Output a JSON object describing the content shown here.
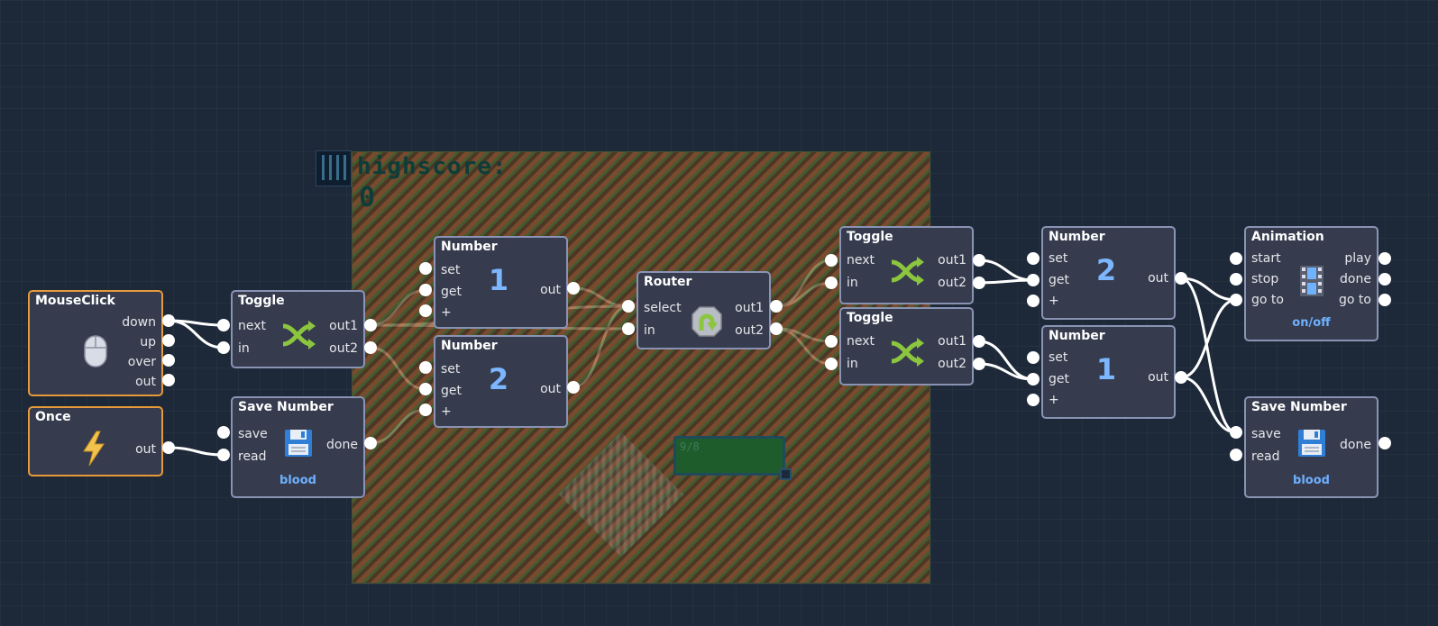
{
  "scene": {
    "highscore_title": "highscore:",
    "highscore_value": "0",
    "progress_text": "9/8"
  },
  "nodes": {
    "mouseclick": {
      "title": "MouseClick",
      "outputs": [
        "down",
        "up",
        "over",
        "out"
      ],
      "icon": "mouse-icon"
    },
    "once": {
      "title": "Once",
      "outputs": [
        "out"
      ],
      "icon": "lightning-icon"
    },
    "toggle1": {
      "title": "Toggle",
      "inputs": [
        "next",
        "in"
      ],
      "outputs": [
        "out1",
        "out2"
      ],
      "icon": "shuffle-icon"
    },
    "savenumber1": {
      "title": "Save Number",
      "inputs": [
        "save",
        "read"
      ],
      "outputs": [
        "done"
      ],
      "label": "blood",
      "icon": "floppy-disk-icon"
    },
    "number1": {
      "title": "Number",
      "inputs": [
        "set",
        "get",
        "+"
      ],
      "outputs": [
        "out"
      ],
      "value": "1"
    },
    "number2": {
      "title": "Number",
      "inputs": [
        "set",
        "get",
        "+"
      ],
      "outputs": [
        "out"
      ],
      "value": "2"
    },
    "router": {
      "title": "Router",
      "inputs": [
        "select",
        "in"
      ],
      "outputs": [
        "out1",
        "out2"
      ],
      "icon": "router-icon"
    },
    "toggle2": {
      "title": "Toggle",
      "inputs": [
        "next",
        "in"
      ],
      "outputs": [
        "out1",
        "out2"
      ],
      "icon": "shuffle-icon"
    },
    "toggle3": {
      "title": "Toggle",
      "inputs": [
        "next",
        "in"
      ],
      "outputs": [
        "out1",
        "out2"
      ],
      "icon": "shuffle-icon"
    },
    "number3": {
      "title": "Number",
      "inputs": [
        "set",
        "get",
        "+"
      ],
      "outputs": [
        "out"
      ],
      "value": "2"
    },
    "number4": {
      "title": "Number",
      "inputs": [
        "set",
        "get",
        "+"
      ],
      "outputs": [
        "out"
      ],
      "value": "1"
    },
    "animation": {
      "title": "Animation",
      "inputs": [
        "start",
        "stop",
        "go to"
      ],
      "outputs": [
        "play",
        "done",
        "go to"
      ],
      "label": "on/off",
      "icon": "film-icon"
    },
    "savenumber2": {
      "title": "Save Number",
      "inputs": [
        "save",
        "read"
      ],
      "outputs": [
        "done"
      ],
      "label": "blood",
      "icon": "floppy-disk-icon"
    }
  },
  "colors": {
    "background": "#1d2838",
    "node_fill": "#363c4e",
    "node_border": "#8993b4",
    "event_border": "#e69a3a",
    "value_text": "#7cb6ff",
    "wire": "#ffffff"
  }
}
